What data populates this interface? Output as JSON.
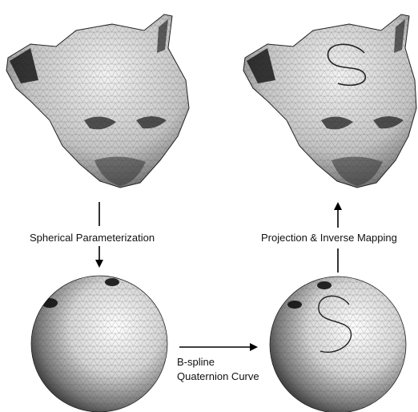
{
  "figure": {
    "labels": {
      "spherical_parameterization": "Spherical Parameterization",
      "projection_inverse_mapping": "Projection & Inverse Mapping",
      "bspline_line1": "B-spline",
      "bspline_line2": "Quaternion Curve"
    },
    "panels": [
      {
        "name": "input-mesh",
        "content": "cat-head-mesh"
      },
      {
        "name": "output-mesh-with-curve",
        "content": "cat-head-mesh-with-curve"
      },
      {
        "name": "sphere-mesh",
        "content": "sphere-mesh"
      },
      {
        "name": "sphere-mesh-with-curve",
        "content": "sphere-mesh-with-curve"
      }
    ],
    "colors": {
      "mesh_light": "#eeeeee",
      "mesh_dark": "#111111",
      "curve": "#222222",
      "arrow": "#000000"
    }
  }
}
